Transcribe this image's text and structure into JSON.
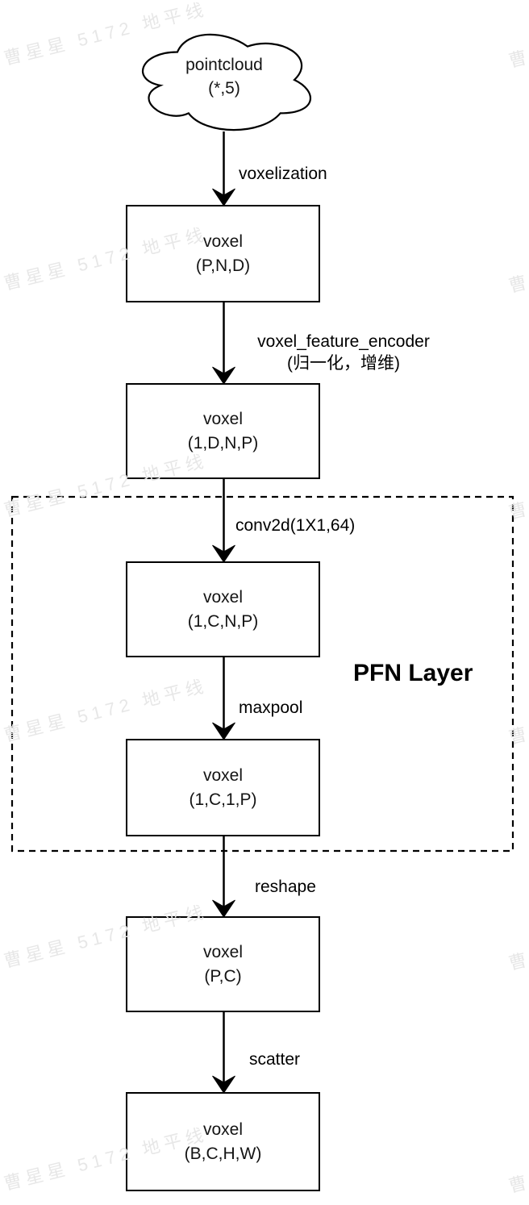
{
  "watermark": {
    "text": "曹星星 5172 地平线"
  },
  "cloud": {
    "label": "pointcloud",
    "shape": "(*,5)"
  },
  "boxes": [
    {
      "label": "voxel",
      "shape": "(P,N,D)"
    },
    {
      "label": "voxel",
      "shape": "(1,D,N,P)"
    },
    {
      "label": "voxel",
      "shape": "(1,C,N,P)"
    },
    {
      "label": "voxel",
      "shape": "(1,C,1,P)"
    },
    {
      "label": "voxel",
      "shape": "(P,C)"
    },
    {
      "label": "voxel",
      "shape": "(B,C,H,W)"
    }
  ],
  "edges": {
    "voxelization": "voxelization",
    "vfe_line1": "voxel_feature_encoder",
    "vfe_line2": "(归一化，增维)",
    "conv": "conv2d(1X1,64)",
    "maxpool": "maxpool",
    "reshape": "reshape",
    "scatter": "scatter"
  },
  "group": {
    "label": "PFN Layer"
  },
  "colors": {
    "line": "#000000",
    "shape_fill": "#ffffff",
    "text": "#141414",
    "watermark": "#e7e7e7",
    "background": "#ffffff"
  }
}
